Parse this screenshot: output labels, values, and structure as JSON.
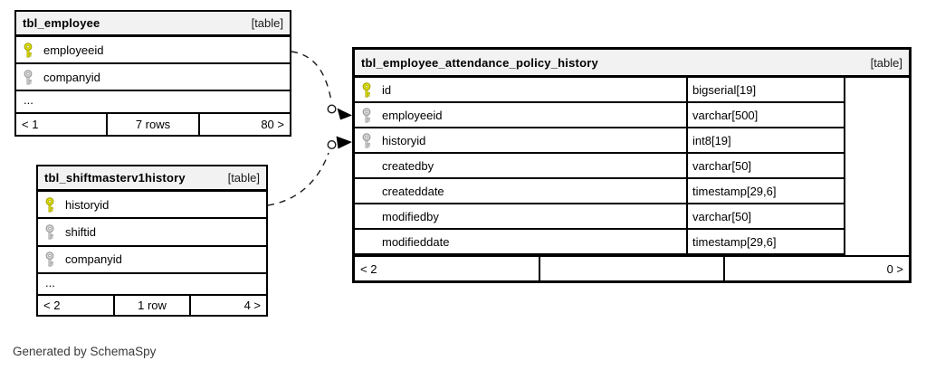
{
  "app": {
    "credit": "Generated by SchemaSpy"
  },
  "colors": {
    "primary_key": "#e0e000",
    "foreign_key": "#d6d6d6",
    "header_bg": "#f2f2f2",
    "border": "#000000"
  },
  "tables": {
    "employee": {
      "title": "tbl_employee",
      "badge": "[table]",
      "columns": [
        {
          "name": "employeeid",
          "key": "primary"
        },
        {
          "name": "companyid",
          "key": "foreign"
        }
      ],
      "ellipsis": "...",
      "footer": {
        "left": "< 1",
        "center": "7 rows",
        "right": "80 >"
      }
    },
    "shiftmasterv1history": {
      "title": "tbl_shiftmasterv1history",
      "badge": "[table]",
      "columns": [
        {
          "name": "historyid",
          "key": "primary"
        },
        {
          "name": "shiftid",
          "key": "foreign"
        },
        {
          "name": "companyid",
          "key": "foreign"
        }
      ],
      "ellipsis": "...",
      "footer": {
        "left": "< 2",
        "center": "1 row",
        "right": "4 >"
      }
    },
    "attendance": {
      "title": "tbl_employee_attendance_policy_history",
      "badge": "[table]",
      "columns": [
        {
          "name": "id",
          "type": "bigserial[19]",
          "key": "primary"
        },
        {
          "name": "employeeid",
          "type": "varchar[500]",
          "key": "foreign"
        },
        {
          "name": "historyid",
          "type": "int8[19]",
          "key": "foreign"
        },
        {
          "name": "createdby",
          "type": "varchar[50]",
          "key": ""
        },
        {
          "name": "createddate",
          "type": "timestamp[29,6]",
          "key": ""
        },
        {
          "name": "modifiedby",
          "type": "varchar[50]",
          "key": ""
        },
        {
          "name": "modifieddate",
          "type": "timestamp[29,6]",
          "key": ""
        }
      ],
      "footer": {
        "left": "< 2",
        "center": "",
        "right": "0 >"
      }
    }
  },
  "relationships": [
    {
      "from": "tbl_employee.employeeid",
      "to": "tbl_employee_attendance_policy_history.employeeid"
    },
    {
      "from": "tbl_shiftmasterv1history.historyid",
      "to": "tbl_employee_attendance_policy_history.historyid"
    }
  ]
}
